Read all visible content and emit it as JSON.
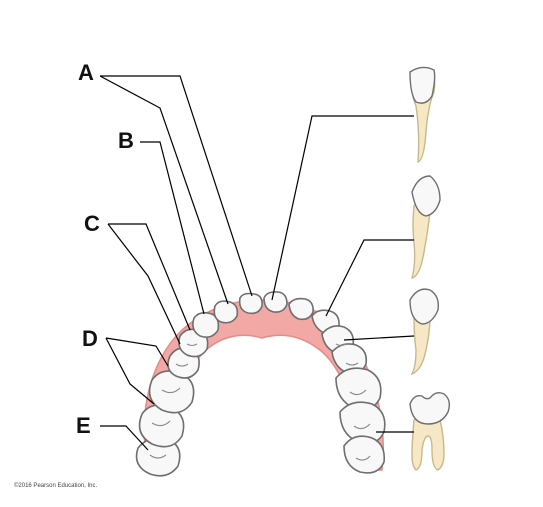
{
  "labels": {
    "a": "A",
    "b": "B",
    "c": "C",
    "d": "D",
    "e": "E"
  },
  "copyright": "©2016 Pearson Education, Inc.",
  "colors": {
    "gum": "#f2a9a6",
    "gum_edge": "#e48c88",
    "tooth": "#f8f8f8",
    "tooth_edge": "#6f6f6f",
    "root": "#f6e8c4",
    "root_edge": "#c9b88d",
    "leader": "#000000"
  }
}
